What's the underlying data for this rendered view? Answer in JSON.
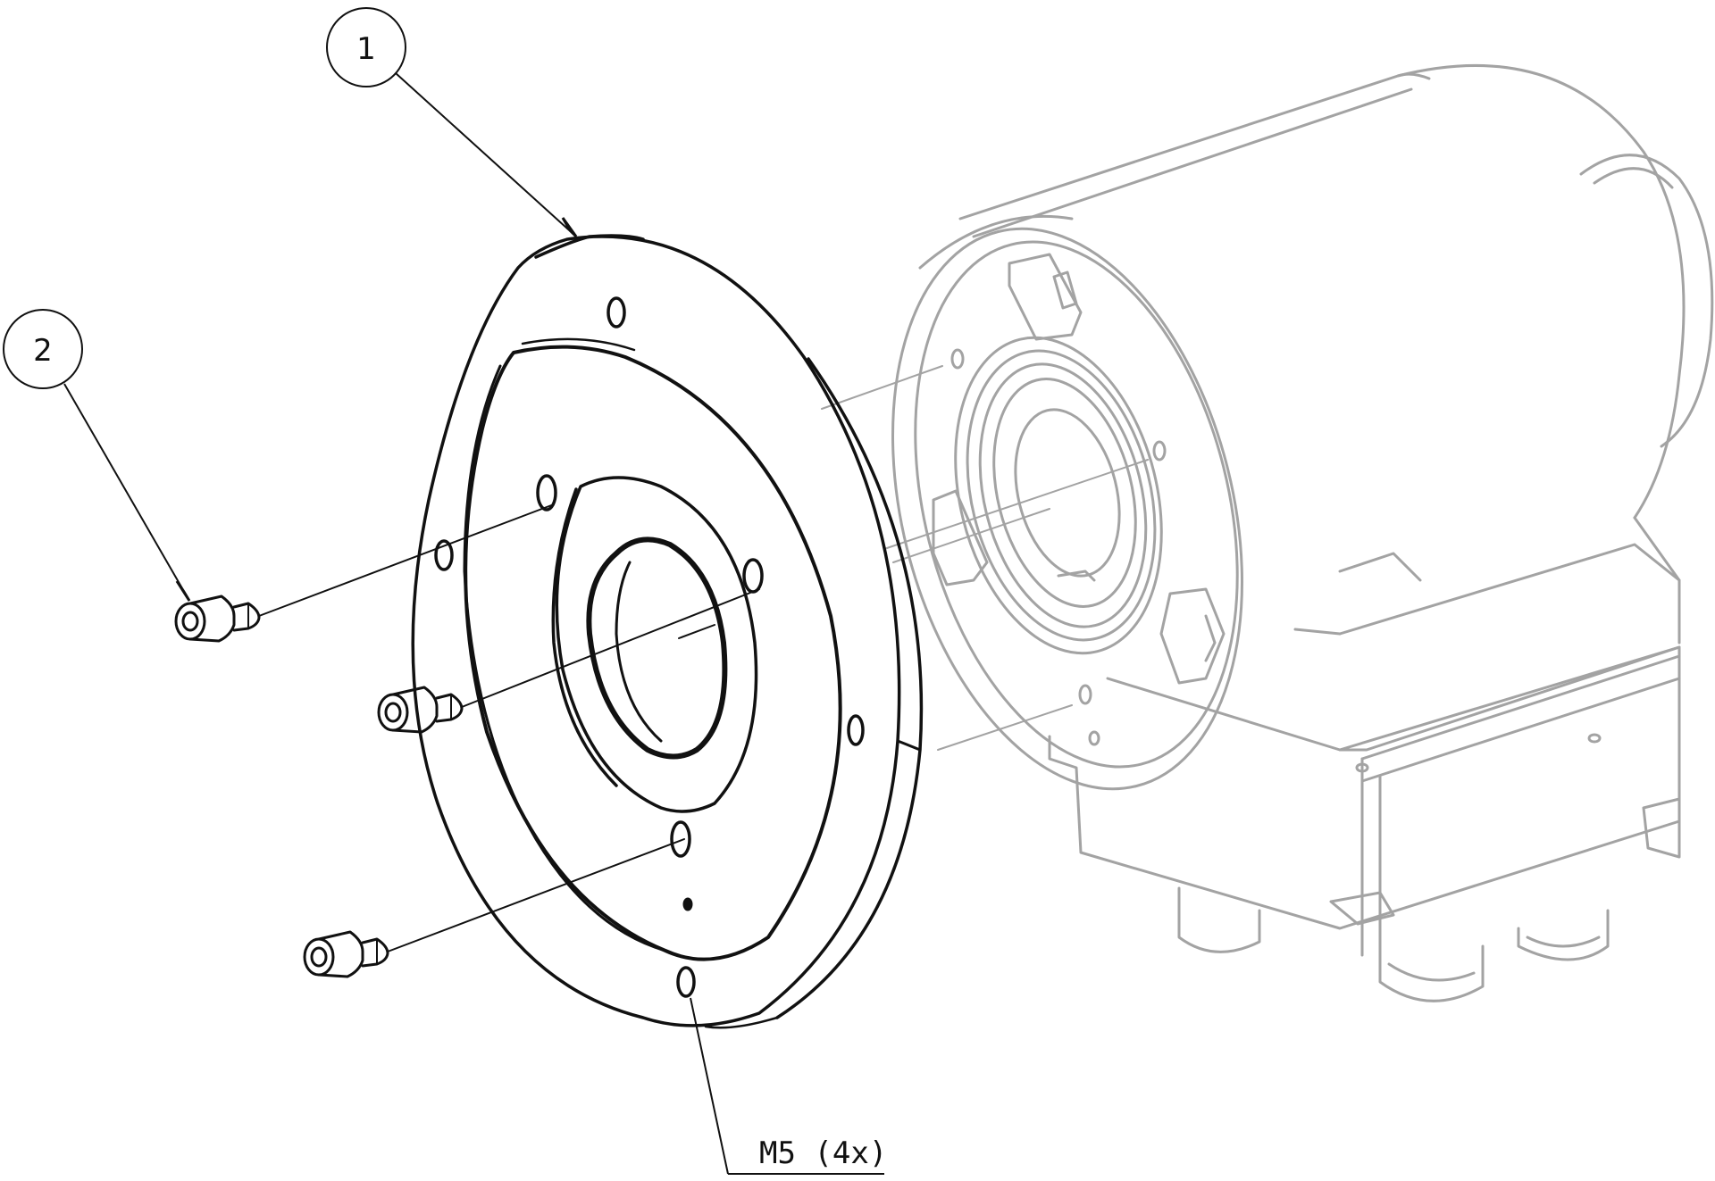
{
  "colors": {
    "ink": "#111111",
    "phantom": "#a3a3a3",
    "background": "#ffffff"
  },
  "callouts": [
    {
      "label": "1",
      "part": "adapter-flange"
    },
    {
      "label": "2",
      "part": "cap-screw"
    }
  ],
  "note": {
    "text": "M5 (4x)"
  }
}
